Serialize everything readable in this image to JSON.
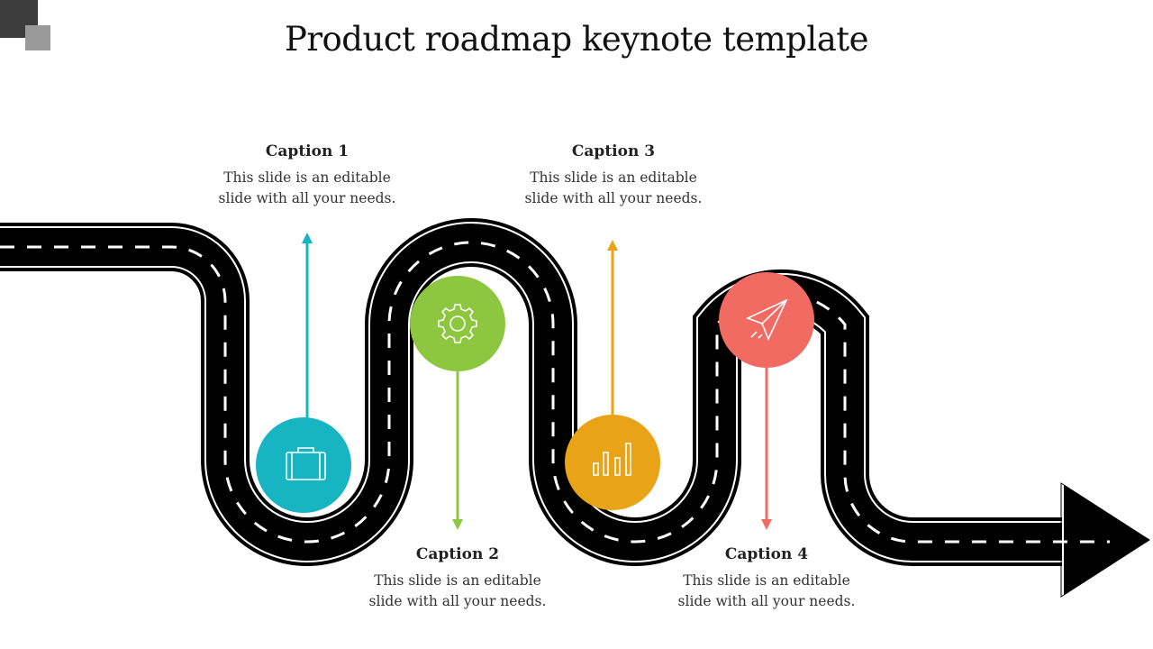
{
  "title": "Product roadmap keynote template",
  "milestones": [
    {
      "caption": "Caption 1",
      "text_line1": "This slide is an editable",
      "text_line2": "slide with all your needs.",
      "color": "#17b4c2",
      "icon": "briefcase-icon"
    },
    {
      "caption": "Caption 2",
      "text_line1": "This slide is an editable",
      "text_line2": "slide with all your needs.",
      "color": "#8dc63f",
      "icon": "gear-icon"
    },
    {
      "caption": "Caption 3",
      "text_line1": "This slide is an editable",
      "text_line2": "slide with all your needs.",
      "color": "#e8a317",
      "icon": "bar-chart-icon"
    },
    {
      "caption": "Caption 4",
      "text_line1": "This slide is an editable",
      "text_line2": "slide with all your needs.",
      "color": "#f26b63",
      "icon": "paper-plane-icon"
    }
  ]
}
